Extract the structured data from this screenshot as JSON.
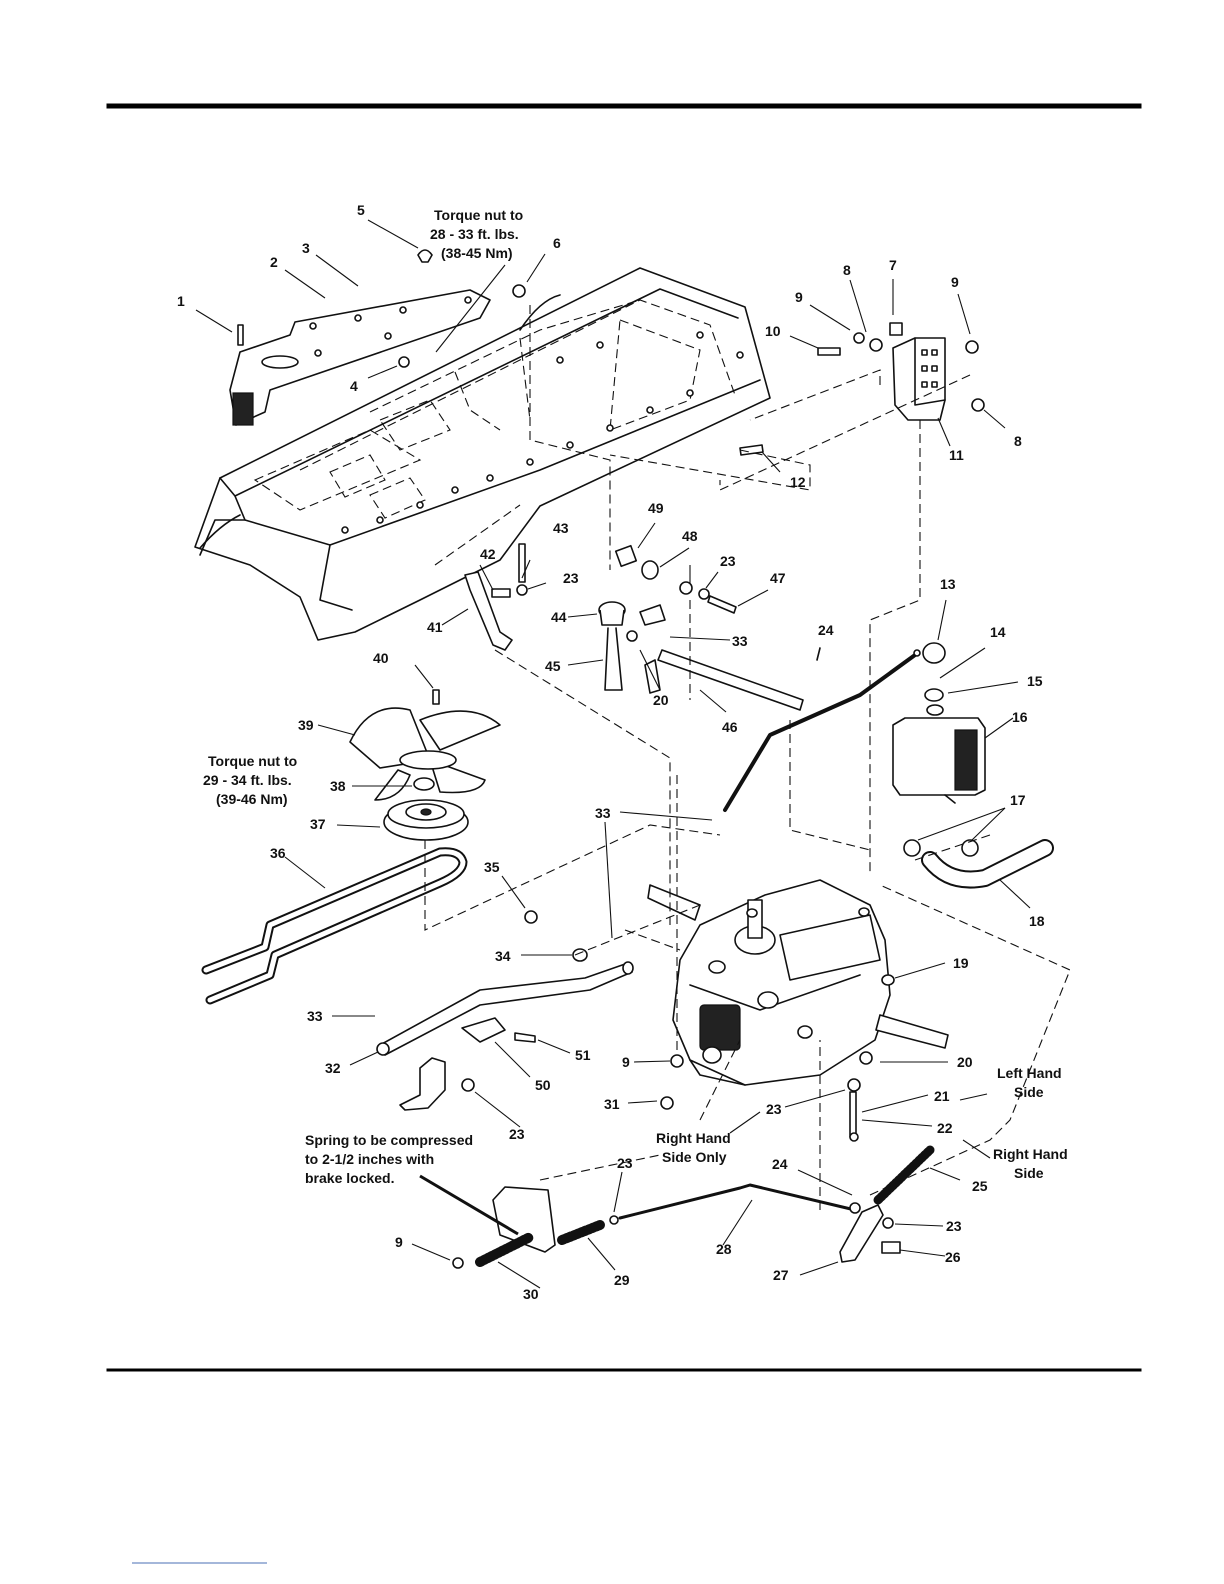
{
  "notes": {
    "torque1": [
      "Torque nut to",
      "28 - 33 ft. lbs.",
      "(38-45 Nm)"
    ],
    "torque2": [
      "Torque nut to",
      "29 - 34 ft. lbs.",
      "(39-46 Nm)"
    ],
    "spring": [
      "Spring to be compressed",
      "to 2-1/2 inches with",
      "brake locked."
    ],
    "right_only": [
      "Right Hand",
      "Side Only"
    ],
    "left_side": [
      "Left Hand",
      "Side"
    ],
    "right_side": [
      "Right Hand",
      "Side"
    ]
  },
  "callouts": {
    "c1": "1",
    "c2": "2",
    "c3": "3",
    "c4": "4",
    "c5": "5",
    "c6": "6",
    "c7": "7",
    "c8a": "8",
    "c8b": "8",
    "c9a": "9",
    "c9b": "9",
    "c10": "10",
    "c11": "11",
    "c12": "12",
    "c13": "13",
    "c14": "14",
    "c15": "15",
    "c16": "16",
    "c17": "17",
    "c18": "18",
    "c19": "19",
    "c20a": "20",
    "c20b": "20",
    "c21": "21",
    "c22": "22",
    "c23a": "23",
    "c23b": "23",
    "c23c": "23",
    "c23d": "23",
    "c23e": "23",
    "c24a": "24",
    "c24b": "24",
    "c25": "25",
    "c26": "26",
    "c27": "27",
    "c28": "28",
    "c29": "29",
    "c30": "30",
    "c31": "31",
    "c32": "32",
    "c33a": "33",
    "c33b": "33",
    "c33c": "33",
    "c34": "34",
    "c35": "35",
    "c36": "36",
    "c37": "37",
    "c38": "38",
    "c39": "39",
    "c40": "40",
    "c41": "41",
    "c42": "42",
    "c43": "43",
    "c44": "44",
    "c45": "45",
    "c46": "46",
    "c47": "47",
    "c48": "48",
    "c49": "49",
    "c50": "50",
    "c51": "51",
    "c9c": "9",
    "c9d": "9"
  }
}
